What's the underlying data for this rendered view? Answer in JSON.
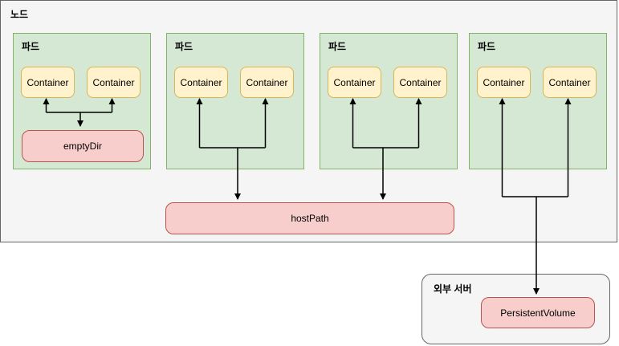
{
  "diagram": {
    "node": {
      "label": "노드"
    },
    "pods": [
      {
        "label": "파드",
        "containers": [
          "Container",
          "Container"
        ],
        "volume": "emptyDir"
      },
      {
        "label": "파드",
        "containers": [
          "Container",
          "Container"
        ]
      },
      {
        "label": "파드",
        "containers": [
          "Container",
          "Container"
        ]
      },
      {
        "label": "파드",
        "containers": [
          "Container",
          "Container"
        ]
      }
    ],
    "host_path": {
      "label": "hostPath"
    },
    "external_server": {
      "label": "외부 서버",
      "persistent_volume": "PersistentVolume"
    },
    "connections": [
      {
        "from": "pod-1-containers",
        "to": "emptyDir"
      },
      {
        "from": "pod-2-containers",
        "to": "hostPath"
      },
      {
        "from": "pod-3-containers",
        "to": "hostPath"
      },
      {
        "from": "pod-4-containers",
        "to": "PersistentVolume"
      }
    ],
    "colors": {
      "node_fill": "#f5f5f5",
      "node_border": "#666666",
      "pod_fill": "#d5e8d4",
      "pod_border": "#82b366",
      "container_fill": "#fff2cc",
      "container_border": "#d6b656",
      "volume_fill": "#f8cecc",
      "volume_border": "#b85450",
      "external_fill": "#f5f5f5",
      "external_border": "#666666",
      "arrow": "#000000"
    }
  }
}
